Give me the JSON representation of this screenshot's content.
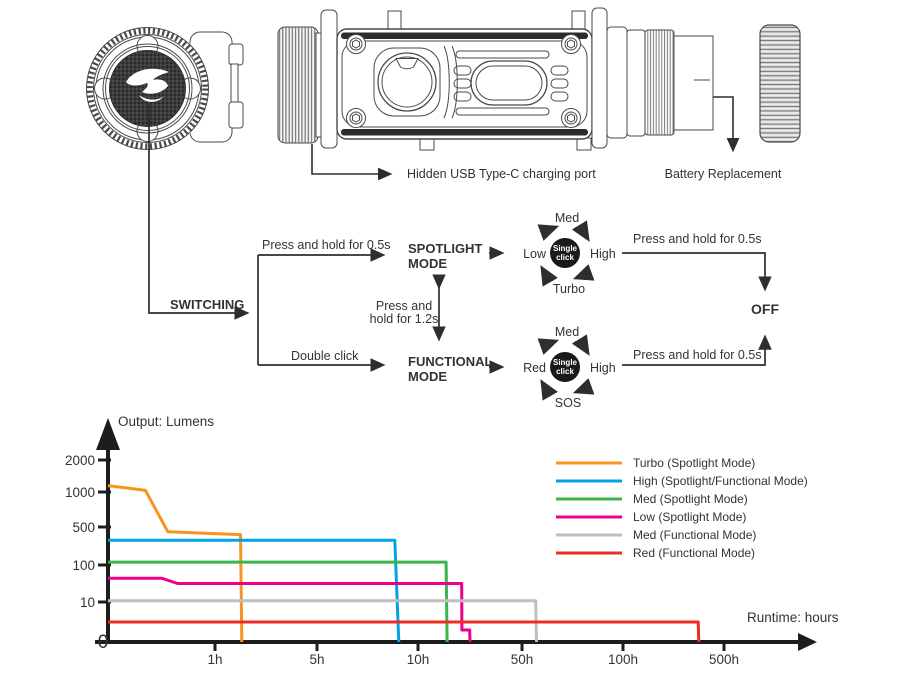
{
  "device": {
    "usb_label": "Hidden USB Type-C charging port",
    "battery_label": "Battery Replacement"
  },
  "flowchart": {
    "switching_label": "SWITCHING",
    "to_spotlight_label": "Press and hold for 0.5s",
    "to_functional_label": "Double click",
    "spotlight_mode_line1": "SPOTLIGHT",
    "spotlight_mode_line2": "MODE",
    "functional_mode_line1": "FUNCTIONAL",
    "functional_mode_line2": "MODE",
    "mode_toggle_line1": "Press and",
    "mode_toggle_line2": "hold for 1.2s",
    "single_click_line1": "Single",
    "single_click_line2": "click",
    "spotlight_cycle": {
      "top": "Med",
      "right": "High",
      "bottom": "Turbo",
      "left": "Low"
    },
    "functional_cycle": {
      "top": "Med",
      "right": "High",
      "bottom": "SOS",
      "left": "Red"
    },
    "spotlight_off_label": "Press and hold for 0.5s",
    "functional_off_label": "Press and hold for 0.5s",
    "off_label": "OFF"
  },
  "chart_data": {
    "type": "line",
    "title": "",
    "xlabel": "Runtime: hours",
    "ylabel": "Output: Lumens",
    "x_axis": {
      "tick_labels": [
        "0",
        "1h",
        "5h",
        "10h",
        "50h",
        "100h",
        "500h"
      ],
      "tick_values": [
        0,
        1,
        5,
        10,
        50,
        100,
        500
      ],
      "scale": "stylized-log (ticks evenly spaced)"
    },
    "y_axis": {
      "tick_labels": [
        "2000",
        "1000",
        "500",
        "100",
        "10"
      ],
      "tick_values": [
        2000,
        1000,
        500,
        100,
        10
      ],
      "scale": "stylized-log (ticks evenly spaced)"
    },
    "legend_position": "upper right inside plot",
    "grid": false,
    "series": [
      {
        "label": "Turbo (Spotlight Mode)",
        "color": "#F7941E",
        "points": [
          [
            0,
            1200
          ],
          [
            0.35,
            1050
          ],
          [
            0.56,
            450
          ],
          [
            2.0,
            420
          ],
          [
            2.05,
            0
          ]
        ]
      },
      {
        "label": "High (Spotlight/Functional Mode)",
        "color": "#00A4E4",
        "points": [
          [
            0,
            360
          ],
          [
            8.85,
            360
          ],
          [
            9.05,
            0
          ]
        ]
      },
      {
        "label": "Med (Spotlight Mode)",
        "color": "#3CB54A",
        "points": [
          [
            0,
            130
          ],
          [
            20.8,
            130
          ],
          [
            21.2,
            0
          ]
        ]
      },
      {
        "label": "Low (Spotlight Mode)",
        "color": "#EC008C",
        "points": [
          [
            0,
            68
          ],
          [
            0.5,
            68
          ],
          [
            0.65,
            55
          ],
          [
            26.8,
            55
          ],
          [
            26.9,
            3
          ],
          [
            29.9,
            3
          ],
          [
            30,
            0
          ]
        ]
      },
      {
        "label": "Med (Functional Mode)",
        "color": "#BDBFC1",
        "points": [
          [
            0,
            13
          ],
          [
            56.8,
            13
          ],
          [
            57.2,
            0
          ]
        ]
      },
      {
        "label": "Red (Functional Mode)",
        "color": "#EE2B24",
        "points": [
          [
            0,
            5
          ],
          [
            398,
            5
          ],
          [
            400,
            0
          ]
        ]
      }
    ]
  }
}
